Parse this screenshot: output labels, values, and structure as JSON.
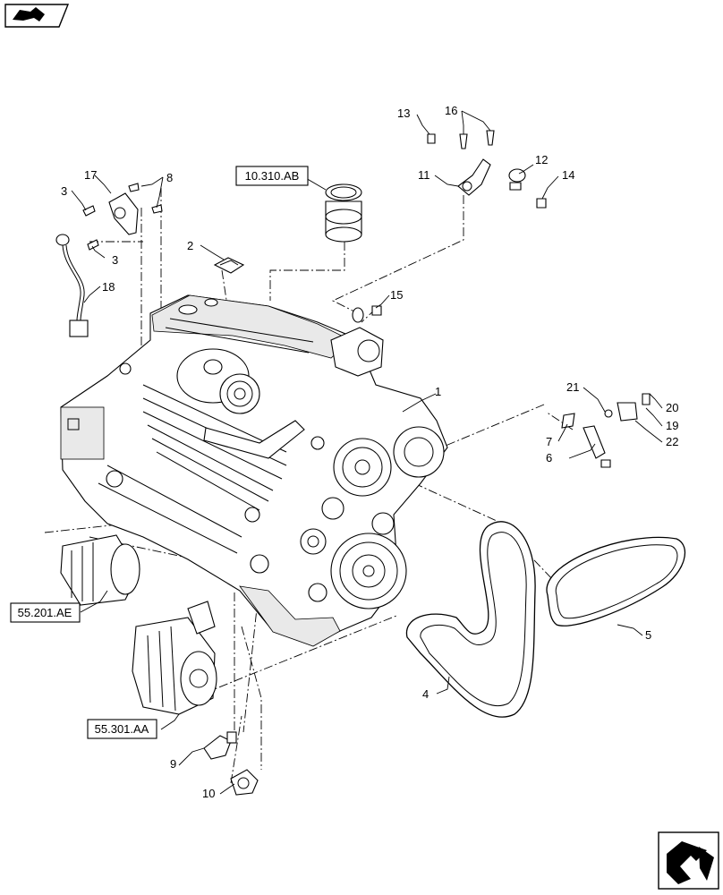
{
  "page_icon": "page-turn-arrow-icon",
  "nav_icon": "next-page-arrow-icon",
  "reference_boxes": [
    {
      "id": "10.310.AB"
    },
    {
      "id": "55.201.AE"
    },
    {
      "id": "55.301.AA"
    }
  ],
  "callouts": [
    "1",
    "2",
    "3",
    "3",
    "4",
    "5",
    "6",
    "7",
    "8",
    "9",
    "10",
    "11",
    "12",
    "13",
    "14",
    "15",
    "16",
    "17",
    "18",
    "19",
    "20",
    "21",
    "22"
  ]
}
